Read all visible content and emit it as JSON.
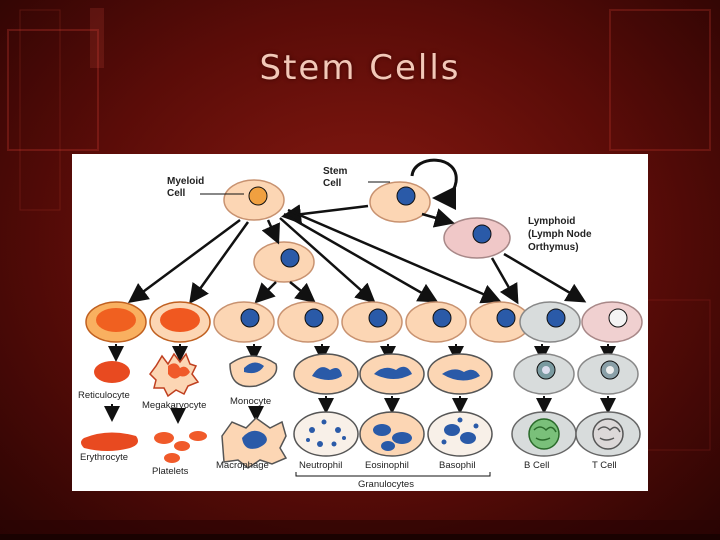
{
  "slide": {
    "title": "Stem Cells"
  },
  "diagram": {
    "stem_label": [
      "Stem",
      "Cell"
    ],
    "myeloid_label": [
      "Myeloid",
      "Cell"
    ],
    "lymphoid_label": [
      "Lymphoid",
      "(Lymph Node",
      "Orthymus)"
    ],
    "labels": {
      "reticulocyte": "Reticulocyte",
      "megakaryocyte": "Megakaryocyte",
      "monocyte": "Monocyte",
      "erythrocyte": "Erythrocyte",
      "platelets": "Platelets",
      "macrophage": "Macrophage",
      "neutrophil": "Neutrophil",
      "eosinophil": "Eosinophil",
      "basophil": "Basophil",
      "b_cell": "B Cell",
      "t_cell": "T Cell",
      "granulocytes": "Granulocytes"
    }
  },
  "colors": {
    "background": "#5a0c08",
    "title": "#f2c8b8",
    "cell_peach": "#fcd6b4",
    "cell_orange": "#f47a3c",
    "nucleus_blue": "#2a5aa8",
    "cell_grey": "#d8dcdc",
    "cell_pink": "#f0c8c8"
  }
}
